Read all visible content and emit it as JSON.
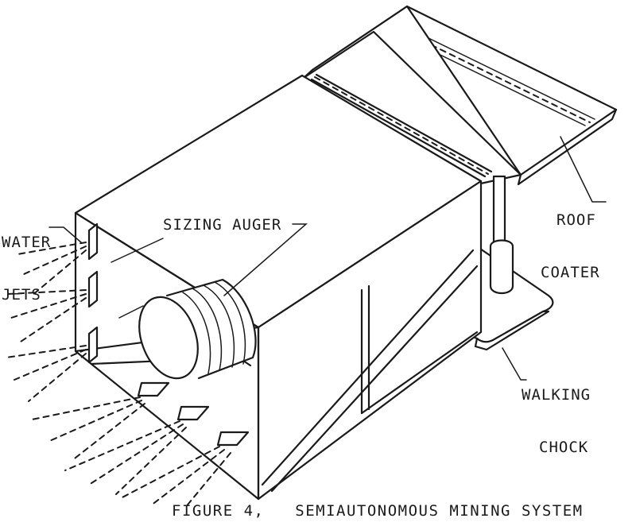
{
  "labels": {
    "water_jets_line1": "WATER",
    "water_jets_line2": "JETS",
    "sizing_auger": "SIZING AUGER",
    "roof_coater_line1": "ROOF",
    "roof_coater_line2": "COATER",
    "walking_chock_line1": "WALKING",
    "walking_chock_line2": "CHOCK"
  },
  "caption": {
    "figure_label": "FIGURE 4,",
    "title": "SEMIAUTONOMOUS MINING SYSTEM"
  },
  "colors": {
    "ink": "#1a1a1a",
    "paper": "#ffffff"
  }
}
